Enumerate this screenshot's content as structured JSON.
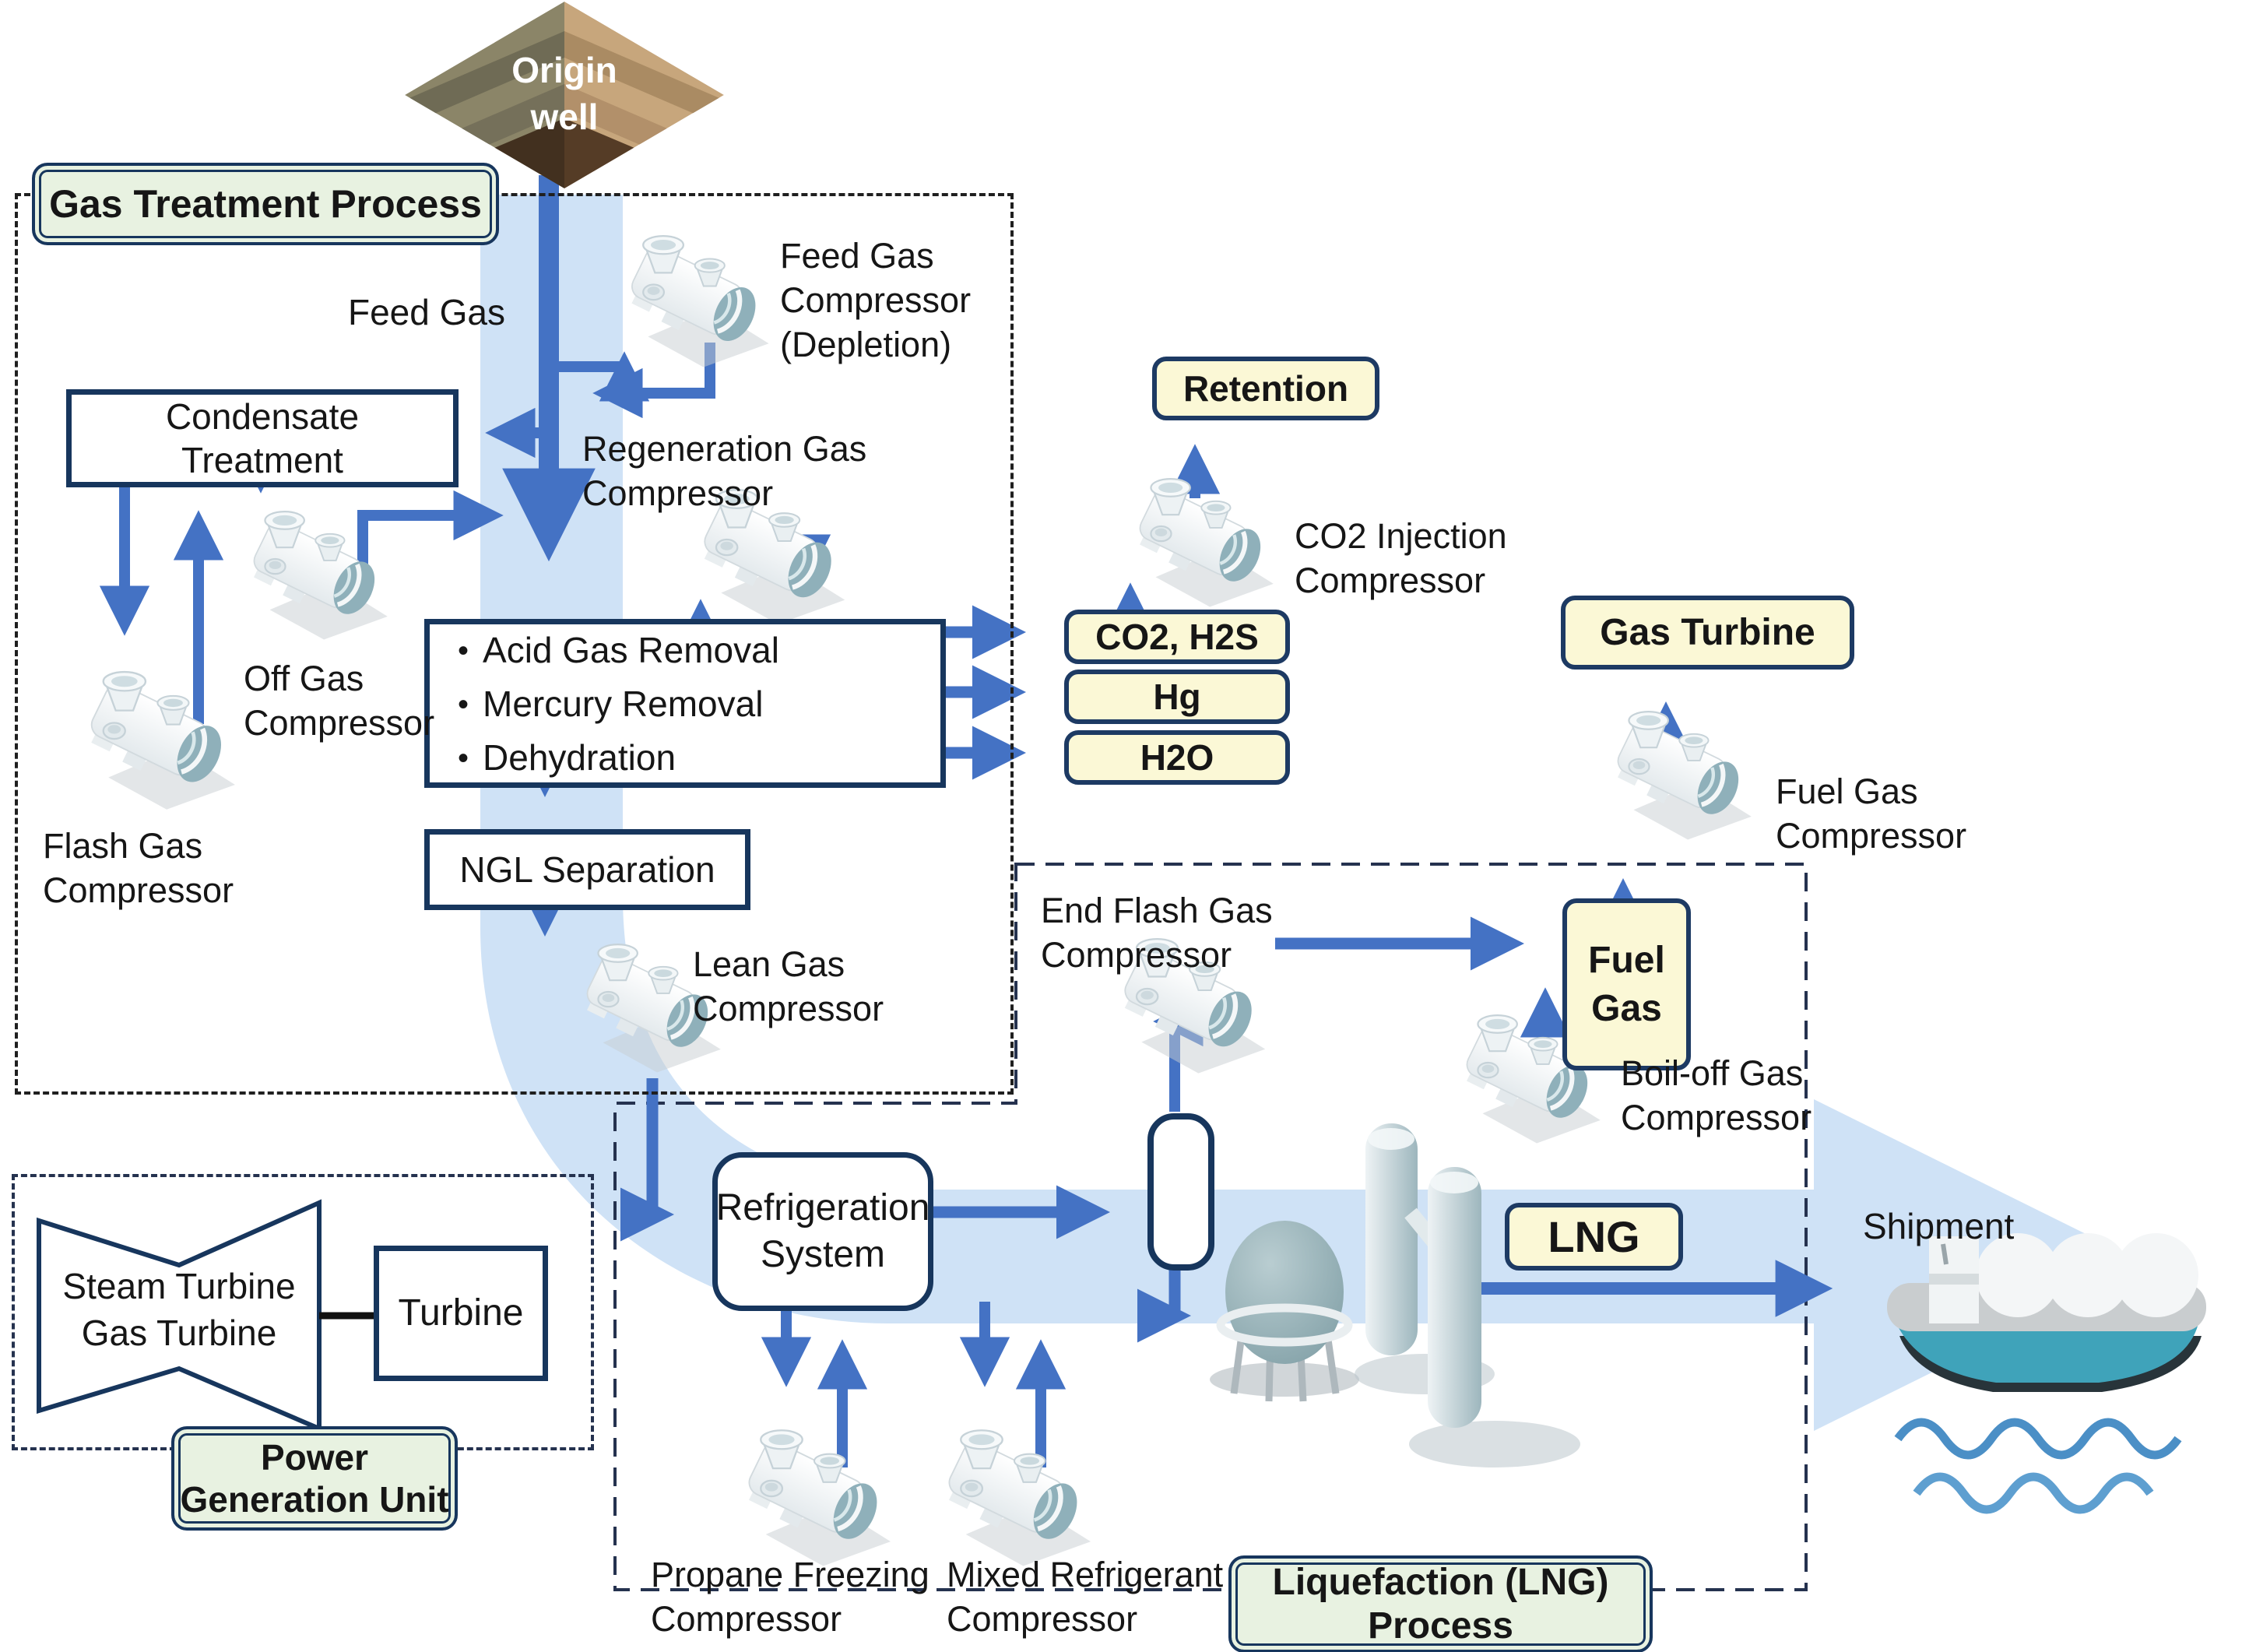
{
  "palette": {
    "accent_blue": "#4472C4",
    "pale_band": "#CFE2F6",
    "navy_border": "#17365D",
    "label_yellow": "#FBF8D6",
    "label_green": "#E8F2E1",
    "well_brown": "#C7A67C",
    "well_dark_brown": "#42301F",
    "equipment_teal": "#8FB0BA"
  },
  "well": {
    "line1": "Origin",
    "line2": "well"
  },
  "sections": {
    "gas_treatment": {
      "label": "Gas Treatment Process"
    },
    "power_generation": {
      "line1": "Power",
      "line2": "Generation Unit"
    },
    "liquefaction": {
      "line1": "Liquefaction (LNG)",
      "line2": "Process"
    }
  },
  "process_boxes": {
    "condensate": {
      "line1": "Condensate",
      "line2": "Treatment"
    },
    "treatment_steps": {
      "items": [
        "Acid Gas Removal",
        "Mercury Removal",
        "Dehydration"
      ]
    },
    "ngl": {
      "label": "NGL Separation"
    },
    "refrigeration": {
      "line1": "Refrigeration",
      "line2": "System"
    },
    "turbine_generator": {
      "line1": "Steam Turbine",
      "line2": "Gas Turbine"
    },
    "turbine": {
      "label": "Turbine"
    }
  },
  "stream_tags": {
    "feed_gas": "Feed Gas",
    "retention": "Retention",
    "co2_h2s": "CO2, H2S",
    "hg": "Hg",
    "h2o": "H2O",
    "gas_turbine": "Gas Turbine",
    "fuel_gas": {
      "line1": "Fuel",
      "line2": "Gas"
    },
    "lng": "LNG",
    "shipment": "Shipment"
  },
  "compressors": {
    "feed": {
      "line1": "Feed Gas",
      "line2": "Compressor",
      "line3": "(Depletion)"
    },
    "regeneration": {
      "line1": "Regeneration Gas",
      "line2": "Compressor"
    },
    "off_gas": {
      "line1": "Off Gas",
      "line2": "Compressor"
    },
    "flash_gas": {
      "line1": "Flash Gas",
      "line2": "Compressor"
    },
    "co2_injection": {
      "line1": "CO2 Injection",
      "line2": "Compressor"
    },
    "fuel_gas": {
      "line1": "Fuel Gas",
      "line2": "Compressor"
    },
    "end_flash": {
      "line1": "End Flash Gas",
      "line2": "Compressor"
    },
    "boil_off": {
      "line1": "Boil-off Gas",
      "line2": "Compressor"
    },
    "lean_gas": {
      "line1": "Lean Gas",
      "line2": "Compressor"
    },
    "propane": {
      "line1": "Propane Freezing",
      "line2": "Compressor"
    },
    "mixed_refrigerant": {
      "line1": "Mixed Refrigerant",
      "line2": "Compressor"
    }
  }
}
